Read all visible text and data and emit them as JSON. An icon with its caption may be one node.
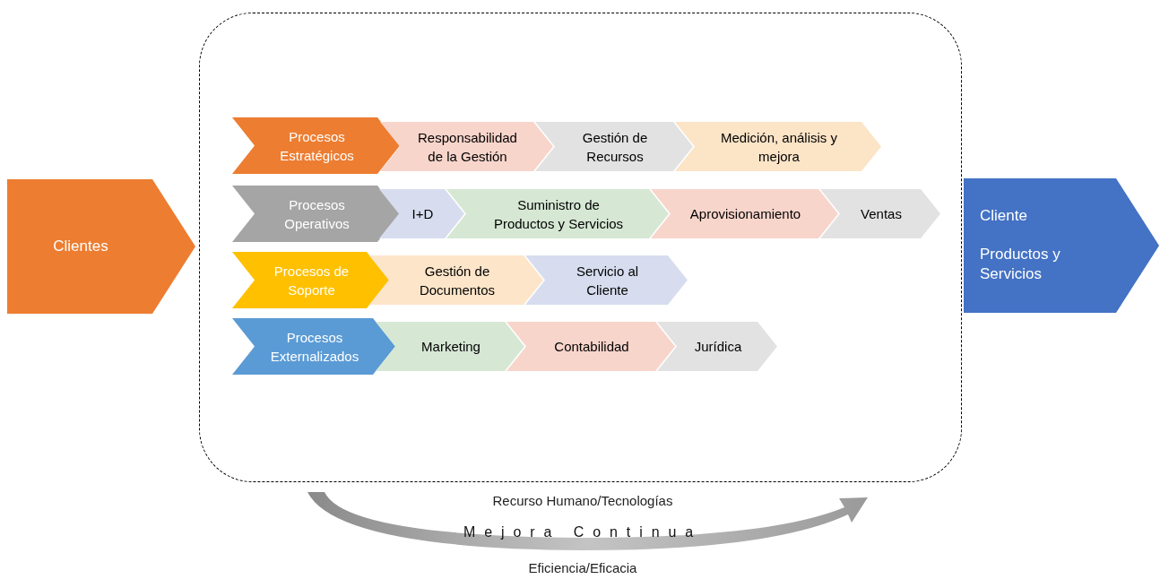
{
  "diagram": {
    "nodes": [
      {
        "text": [
          "Clientes"
        ]
      },
      {
        "text": [],
        "shape": "box"
      },
      {
        "text": [
          "Procesos Estratégicos"
        ],
        "in": 1
      },
      {
        "text": [
          "Responsabilidad de la Gestión"
        ],
        "in": 1
      },
      {
        "text": [
          "Gestión de Recursos"
        ],
        "in": 1
      },
      {
        "text": [
          "Medición, análisis y mejora"
        ],
        "in": 1
      },
      {
        "text": [
          "Procesos Operativos"
        ],
        "in": 1
      },
      {
        "text": [
          "I+D"
        ],
        "in": 1
      },
      {
        "text": [
          "Suministro de Productos y Servicios"
        ],
        "in": 1
      },
      {
        "text": [
          "Aprovisionamiento"
        ],
        "in": 1
      },
      {
        "text": [
          "Ventas"
        ],
        "in": 1
      },
      {
        "text": [
          "Procesos de Soporte"
        ],
        "in": 1
      },
      {
        "text": [
          "Gestión de Documentos"
        ],
        "in": 1
      },
      {
        "text": [
          "Servicio al Cliente"
        ],
        "in": 1
      },
      {
        "text": [
          "Procesos Externalizados"
        ],
        "in": 1
      },
      {
        "text": [
          "Marketing"
        ],
        "in": 1
      },
      {
        "text": [
          "Contabilidad"
        ],
        "in": 1
      },
      {
        "text": [
          "Jurídica"
        ],
        "in": 1
      },
      {
        "text": [
          "Cliente",
          "Productos y Servicios"
        ]
      }
    ],
    "labels": [
      "Recurso Humano/Tecnologías",
      "Mejora Continua",
      "Eficiencia/Eficacia"
    ]
  }
}
